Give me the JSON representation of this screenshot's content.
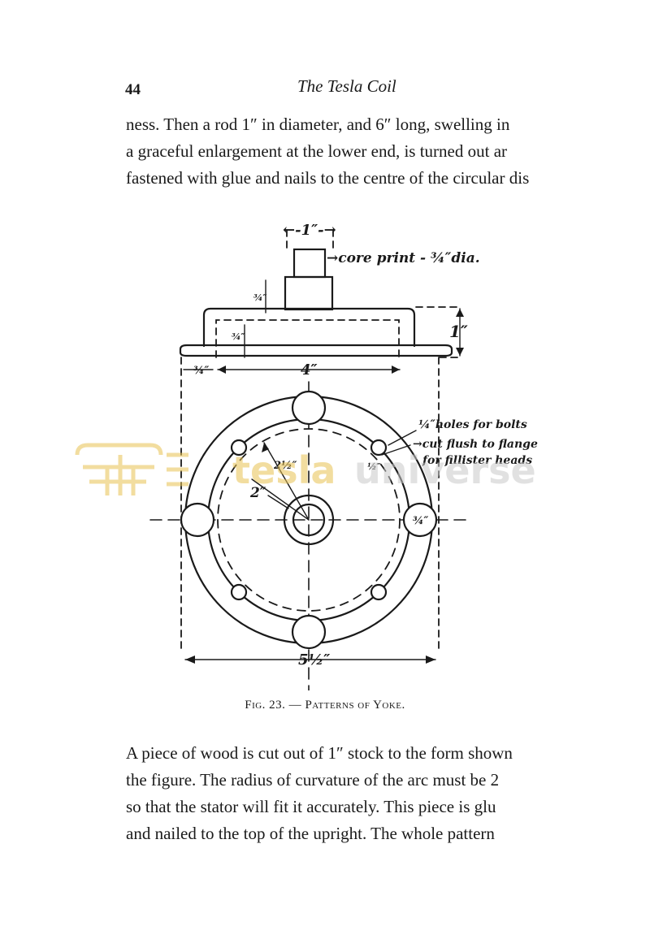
{
  "header": {
    "page_number": "44",
    "running_title": "The Tesla Coil"
  },
  "paragraph_top": {
    "lines": [
      "ness.  Then a rod 1″ in diameter, and 6″ long, swelling in",
      "a graceful enlargement at the lower end, is turned out ar",
      "fastened with glue and nails to the centre of the circular dis"
    ]
  },
  "figure": {
    "labels": {
      "top_width": "←-1″-→",
      "core_print": "→core print - ¾″dia.",
      "core_height": "¾″",
      "flange_height": "1″",
      "inner_depth": "¾″",
      "left_offset": "¾″",
      "width_4": "4″",
      "holes_line1": "¼″holes for bolts",
      "holes_line2": "→cut flush to flange",
      "holes_line3": "for fillister heads",
      "small_dim": "½″",
      "radius_small": "2½″",
      "radius_2": "2″",
      "right_hole": "¾″",
      "width_total": "5½″"
    },
    "caption_prefix": "Fig. 23. — ",
    "caption_title": "Patterns of Yoke."
  },
  "watermark": {
    "word1": "tesla",
    "word2": "universe"
  },
  "paragraph_bottom": {
    "lines": [
      "A piece of wood is cut out of 1″ stock to the form shown",
      "the figure.  The radius of curvature of the arc must be 2",
      "so that the stator will fit it  accurately.  This piece is glu",
      "and nailed to the top of the upright.  The whole pattern"
    ]
  }
}
